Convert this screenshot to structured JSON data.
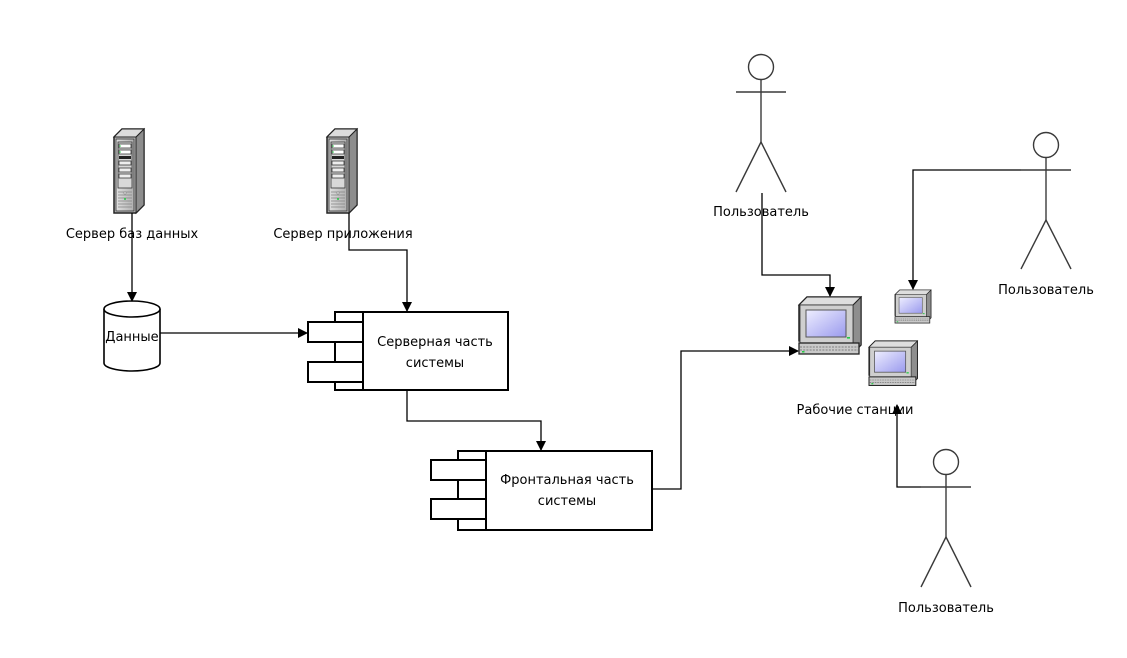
{
  "diagram": {
    "title": "",
    "servers": {
      "db_server": "Сервер баз данных",
      "app_server": "Сервер приложения"
    },
    "datastore": "Данные",
    "components": {
      "server_part": [
        "Серверная часть",
        "системы"
      ],
      "frontend_part": [
        "Фронтальная часть",
        "системы"
      ]
    },
    "workstations_label": "Рабочие станции",
    "actors": [
      {
        "label": "Пользователь"
      },
      {
        "label": "Пользователь"
      },
      {
        "label": "Пользователь"
      }
    ],
    "connections": [
      {
        "from": "Сервер баз данных",
        "to": "Данные"
      },
      {
        "from": "Данные",
        "to": "Серверная часть системы"
      },
      {
        "from": "Сервер приложения",
        "to": "Серверная часть системы"
      },
      {
        "from": "Серверная часть системы",
        "to": "Фронтальная часть системы"
      },
      {
        "from": "Фронтальная часть системы",
        "to": "Рабочие станции"
      },
      {
        "from": "Пользователь",
        "to": "Рабочие станции"
      },
      {
        "from": "Пользователь",
        "to": "Рабочие станции"
      },
      {
        "from": "Пользователь",
        "to": "Рабочие станции"
      }
    ],
    "colors": {
      "screen": "#c8c8ff",
      "case": "#c0c0c0",
      "led": "#22cc44"
    }
  }
}
